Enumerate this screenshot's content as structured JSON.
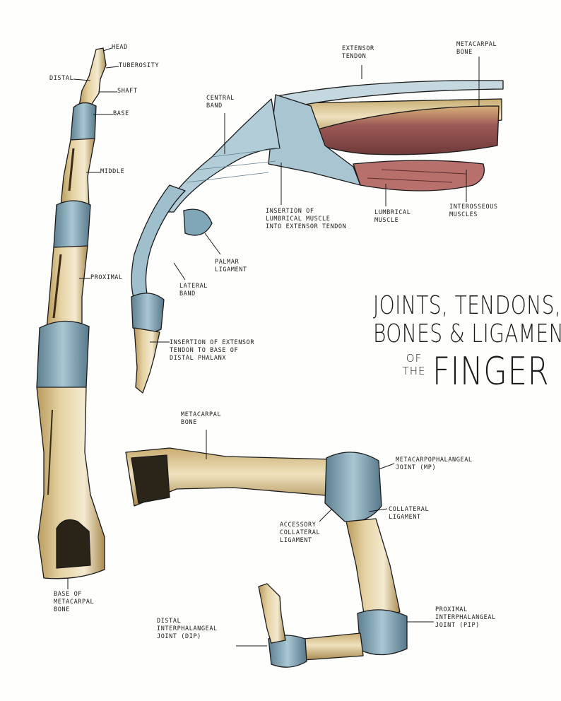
{
  "title": {
    "line1": "JOINTS, TENDONS,",
    "line2": "BONES & LIGAMENTS",
    "line3": "OF\nTHE",
    "line4": "FINGER"
  },
  "labels": {
    "head": "HEAD",
    "tuberosity": "TUBEROSITY",
    "distal": "DISTAL",
    "shaft": "SHAFT",
    "base": "BASE",
    "middle": "MIDDLE",
    "proximal": "PROXIMAL",
    "base_of_metacarpal": "BASE OF\nMETACARPAL\nBONE",
    "extensor_tendon": "EXTENSOR\nTENDON",
    "metacarpal_bone_top": "METACARPAL\nBONE",
    "central_band": "CENTRAL\nBAND",
    "insertion_lumbrical": "INSERTION OF\nLUMBRICAL MUSCLE\nINTO EXTENSOR TENDON",
    "lumbrical_muscle": "LUMBRICAL\nMUSCLE",
    "interosseous_muscles": "INTEROSSEOUS\nMUSCLES",
    "palmar_ligament": "PALMAR\nLIGAMENT",
    "lateral_band": "LATERAL\nBAND",
    "insertion_extensor": "INSERTION OF EXTENSOR\nTENDON TO BASE OF\nDISTAL PHALANX",
    "metacarpal_bone_bottom": "METACARPAL\nBONE",
    "mp_joint": "METACARPOPHALANGEAL\nJOINT (MP)",
    "collateral_ligament": "COLLATERAL\nLIGAMENT",
    "accessory_collateral": "ACCESSORY\nCOLLATERAL\nLIGAMENT",
    "pip_joint": "PROXIMAL\nINTERPHALANGEAL\nJOINT (PIP)",
    "dip_joint": "DISTAL\nINTERPHALANGEAL\nJOINT (DIP)"
  },
  "colors": {
    "bone": "#d8c08a",
    "bone_light": "#f0e6c8",
    "ligament": "#8fb2c2",
    "ligament_dark": "#5d7e8e",
    "tendon": "#b9cfd8",
    "muscle": "#8a4a48",
    "muscle_pink": "#d9a2a2",
    "ink": "#1a1a1a"
  }
}
